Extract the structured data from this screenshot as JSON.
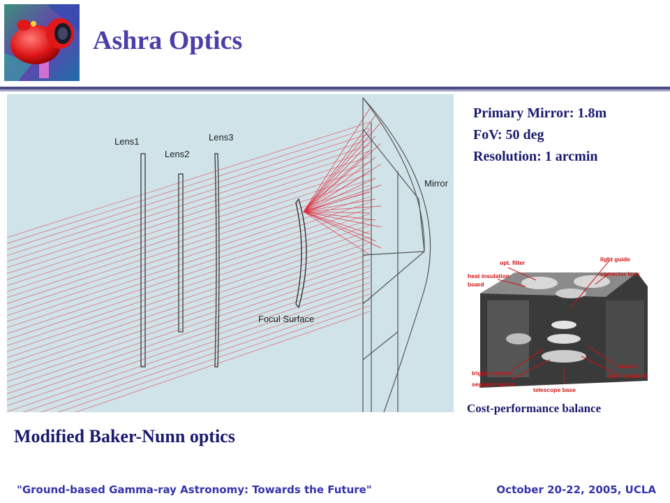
{
  "slide": {
    "title": "Ashra Optics"
  },
  "specs": [
    "Primary Mirror: 1.8m",
    "FoV: 50 deg",
    "Resolution: 1 arcmin"
  ],
  "optics_diagram": {
    "labels": {
      "lens1": "Lens1",
      "lens2": "Lens2",
      "lens3": "Lens3",
      "mirror": "Mirror",
      "focal_surface": "Focul Surface"
    },
    "colors": {
      "background": "#cfe3e8",
      "ray": "#e0707a",
      "focus_ray": "#e03040",
      "lens": "#444444"
    }
  },
  "telescope_box": {
    "labels": {
      "opt_filter": "opt. filter",
      "light_guide": "light guide",
      "corrector_lens": "corrector lens",
      "heat_insulation": "heat insulation",
      "board": "board",
      "trigger_system": "trigger system",
      "segment_mirror": "segment mirror",
      "telescope_base": "telescope base",
      "air_con": "air-con.",
      "electrostatic": "electrostatic II"
    }
  },
  "captions": {
    "right": "Cost-performance balance",
    "main": "Modified Baker-Nunn optics"
  },
  "footer": {
    "left": "\"Ground-based Gamma-ray Astronomy: Towards the Future\"",
    "right": "October 20-22, 2005, UCLA"
  }
}
